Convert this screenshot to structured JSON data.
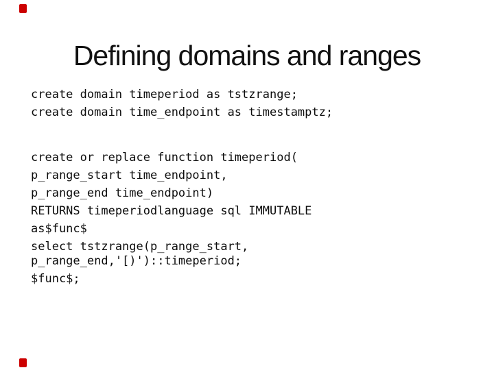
{
  "slide": {
    "title": "Defining domains and ranges",
    "colors": {
      "background": "#ffffff",
      "title_text": "#111111",
      "code_text": "#0d0d0d",
      "marker_red": "#cc0000"
    },
    "code": {
      "lines": [
        "create domain timeperiod as tstzrange;",
        "create domain time_endpoint as timestamptz;",
        "create or replace function timeperiod(",
        "p_range_start time_endpoint,",
        "p_range_end time_endpoint)",
        "RETURNS timeperiodlanguage sql IMMUTABLE",
        "as$func$",
        "select tstzrange(p_range_start,",
        "p_range_end,'[)')::timeperiod;",
        "$func$;"
      ]
    }
  }
}
